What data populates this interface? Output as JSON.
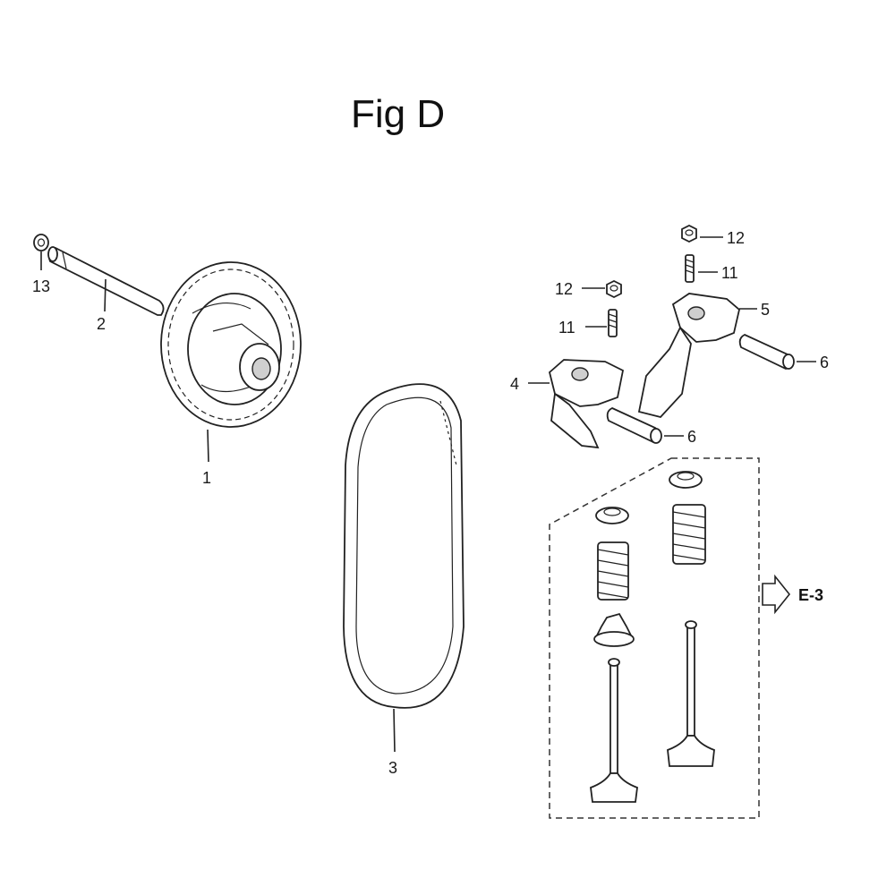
{
  "title": "Fig D",
  "reference": {
    "label": "E-3"
  },
  "callouts": {
    "c1": "1",
    "c2": "2",
    "c3": "3",
    "c4": "4",
    "c5": "5",
    "c6a": "6",
    "c6b": "6",
    "c11a": "11",
    "c11b": "11",
    "c12a": "12",
    "c12b": "12",
    "c13": "13"
  },
  "icons": {
    "reference_arrow": "hollow-right-arrow-icon"
  }
}
